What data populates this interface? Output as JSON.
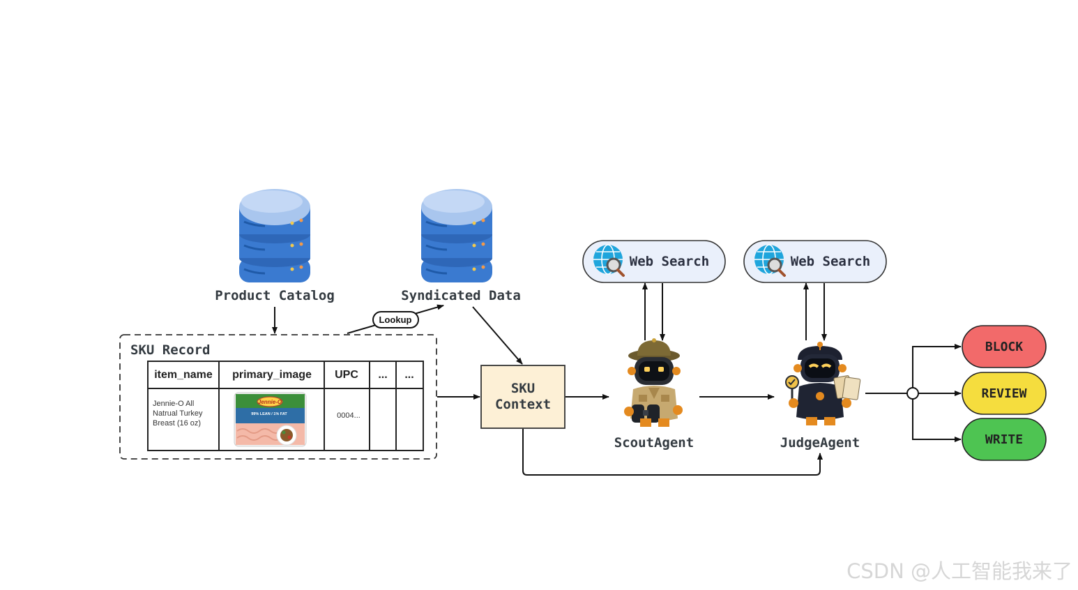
{
  "sources": {
    "product_catalog": "Product Catalog",
    "syndicated_data": "Syndicated Data"
  },
  "lookup_label": "Lookup",
  "sku_record": {
    "title": "SKU Record",
    "headers": [
      "item_name",
      "primary_image",
      "UPC",
      "...",
      "..."
    ],
    "row": {
      "item_name_lines": [
        "Jennie-O All",
        "Natrual Turkey",
        "Breast (16 oz)"
      ],
      "image_brand": "Jennie-O",
      "image_caption": "99% LEAN / 1% FAT",
      "upc": "0004..."
    }
  },
  "sku_context": [
    "SKU",
    "Context"
  ],
  "web_search_scout": "Web Search",
  "web_search_judge": "Web Search",
  "scout_agent": "ScoutAgent",
  "judge_agent": "JudgeAgent",
  "decisions": {
    "block": "BLOCK",
    "review": "REVIEW",
    "write": "WRITE"
  },
  "colors": {
    "db_blue": "#3a7ad0",
    "context_fill": "#fdf0d6",
    "search_pill_fill": "#eaf0fb",
    "block": "#f26a6a",
    "review": "#f5dd3e",
    "write": "#4ec452"
  },
  "watermark": "CSDN @人工智能我来了"
}
